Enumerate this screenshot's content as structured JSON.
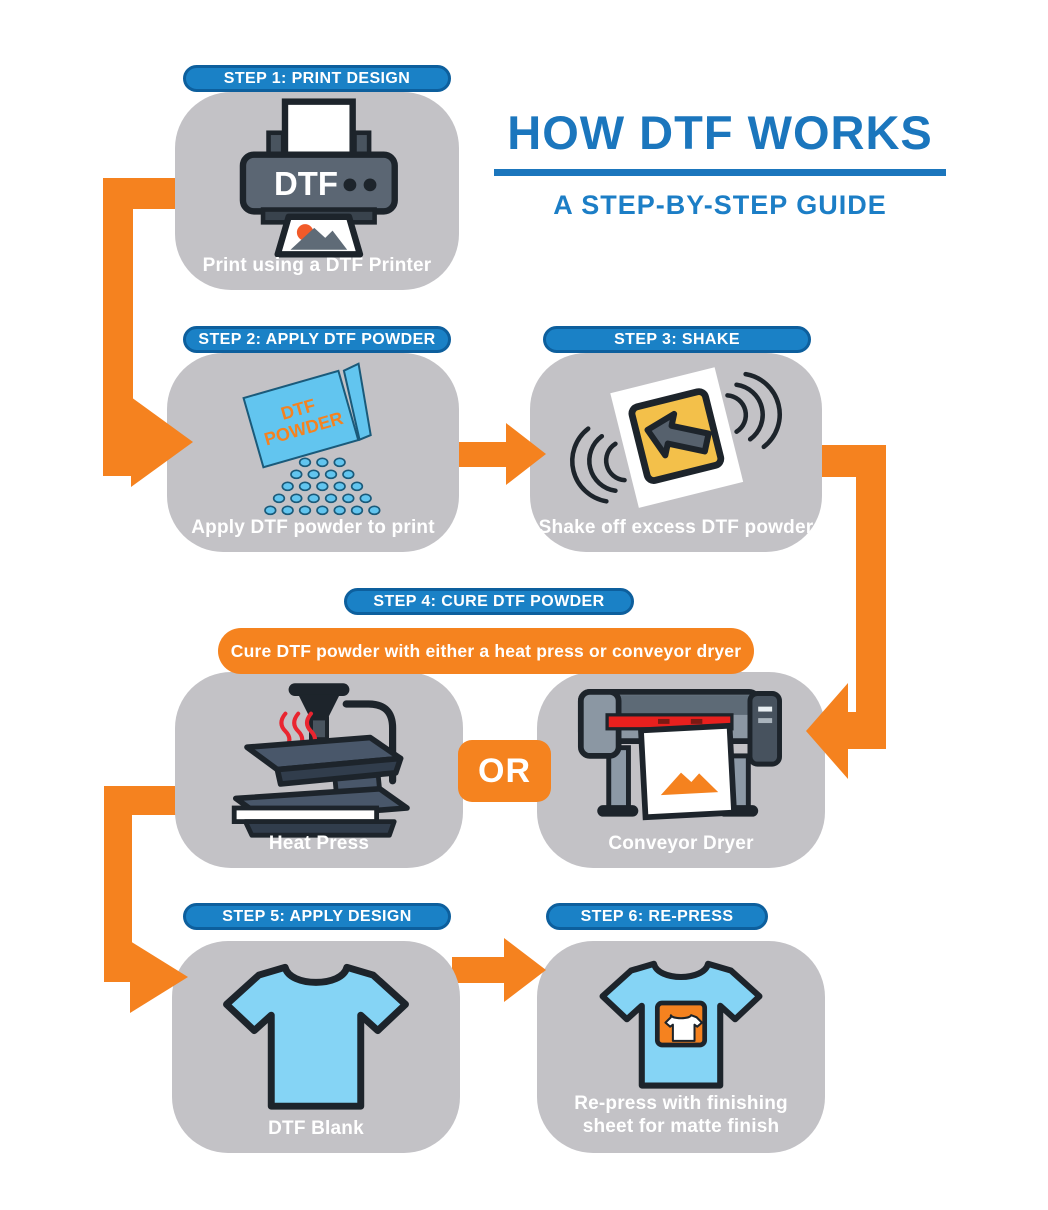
{
  "title": {
    "main": "HOW DTF WORKS",
    "subtitle": "A STEP-BY-STEP GUIDE"
  },
  "colors": {
    "accent_blue": "#1a81c6",
    "title_blue": "#1b76bd",
    "orange": "#f5821f",
    "card_gray": "#c3c2c6",
    "shirt_blue": "#85d4f5",
    "bag_blue": "#62c5ef",
    "amber": "#f3c04a",
    "alert_red": "#e8201e"
  },
  "icons": {
    "step1": "dtf-printer-icon",
    "step2": "powder-bag-icon",
    "step3": "shake-sheet-icon",
    "step4a": "heat-press-icon",
    "step4b": "conveyor-dryer-icon",
    "step5": "blank-tshirt-icon",
    "step6": "printed-tshirt-icon"
  },
  "steps": [
    {
      "pill": "STEP 1: PRINT DESIGN",
      "caption": "Print using a DTF Printer",
      "printer_label": "DTF"
    },
    {
      "pill": "STEP 2: APPLY DTF POWDER",
      "caption": "Apply DTF powder to print",
      "bag_line1": "DTF",
      "bag_line2": "POWDER"
    },
    {
      "pill": "STEP 3: SHAKE",
      "caption": "Shake off excess DTF powder"
    },
    {
      "pill": "STEP 4: CURE DTF POWDER",
      "banner": "Cure DTF powder with either a heat press or conveyor dryer",
      "or_label": "OR",
      "heat_caption": "Heat Press",
      "conveyor_caption": "Conveyor Dryer"
    },
    {
      "pill": "STEP 5: APPLY DESIGN",
      "caption": "DTF Blank"
    },
    {
      "pill": "STEP 6: RE-PRESS",
      "caption": "Re-press with finishing\nsheet for matte finish"
    }
  ]
}
